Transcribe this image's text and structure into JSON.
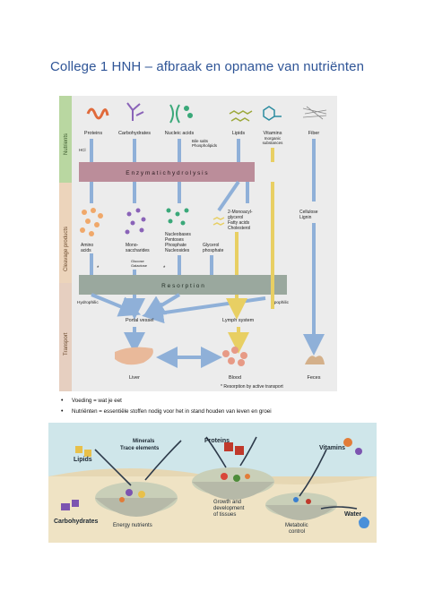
{
  "title": "College 1 HNH – afbraak en opname van nutriënten",
  "figure1": {
    "side_labels": [
      "Nutrients",
      "Cleavage products",
      "Transport"
    ],
    "nutrients": [
      "Proteins",
      "Carbohydrates",
      "Nucleic acids",
      "Lipids",
      "Vitamins",
      "Fiber"
    ],
    "vitamins_note": [
      "Inorganic",
      "substances"
    ],
    "hcl": "HCl",
    "bile": [
      "Bile salts",
      "Phospholipids"
    ],
    "hydrolysis": "E n z y m a t i c   h y d r o l y s i s",
    "cleavage": {
      "amino": [
        "Amino",
        "acids"
      ],
      "mono": [
        "Mono-",
        "saccharides"
      ],
      "sugars": [
        "Glucose",
        "Galactose"
      ],
      "nucleo": [
        "Nucleobases",
        "Pentoses",
        "Phosphate",
        "Nucleosides"
      ],
      "lipid_products": [
        "2-Monoacyl-",
        "glycerol",
        "Fatty acids",
        "Cholesterol"
      ],
      "glycerol": [
        "Glycerol",
        "phosphate"
      ],
      "fiber_products": [
        "Cellulose",
        "Lignin"
      ]
    },
    "resorption": "R e s o r p t i o n",
    "hydrophilic": "Hydrophilic",
    "lipophilic": "Lipophilic",
    "portal": "Portal vessel",
    "lymph": "Lymph system",
    "liver": "Liver",
    "blood": "Blood",
    "feces": "Feces",
    "asterisk": "*",
    "footnote": "* Resorption by active transport"
  },
  "bullets": [
    "Voeding = wat je eet",
    "Nutriënten = essentiële stoffen nodig voor het in stand houden van leven en groei"
  ],
  "figure2": {
    "lipids": "Lipids",
    "minerals": [
      "Minerals",
      "Trace elements"
    ],
    "proteins": "Proteins",
    "vitamins": "Vitamins",
    "carbohydrates": "Carbohydrates",
    "energy": "Energy nutrients",
    "growth": [
      "Growth and",
      "development",
      "of tissues"
    ],
    "metabolic": [
      "Metabolic",
      "control"
    ],
    "water": "Water"
  }
}
